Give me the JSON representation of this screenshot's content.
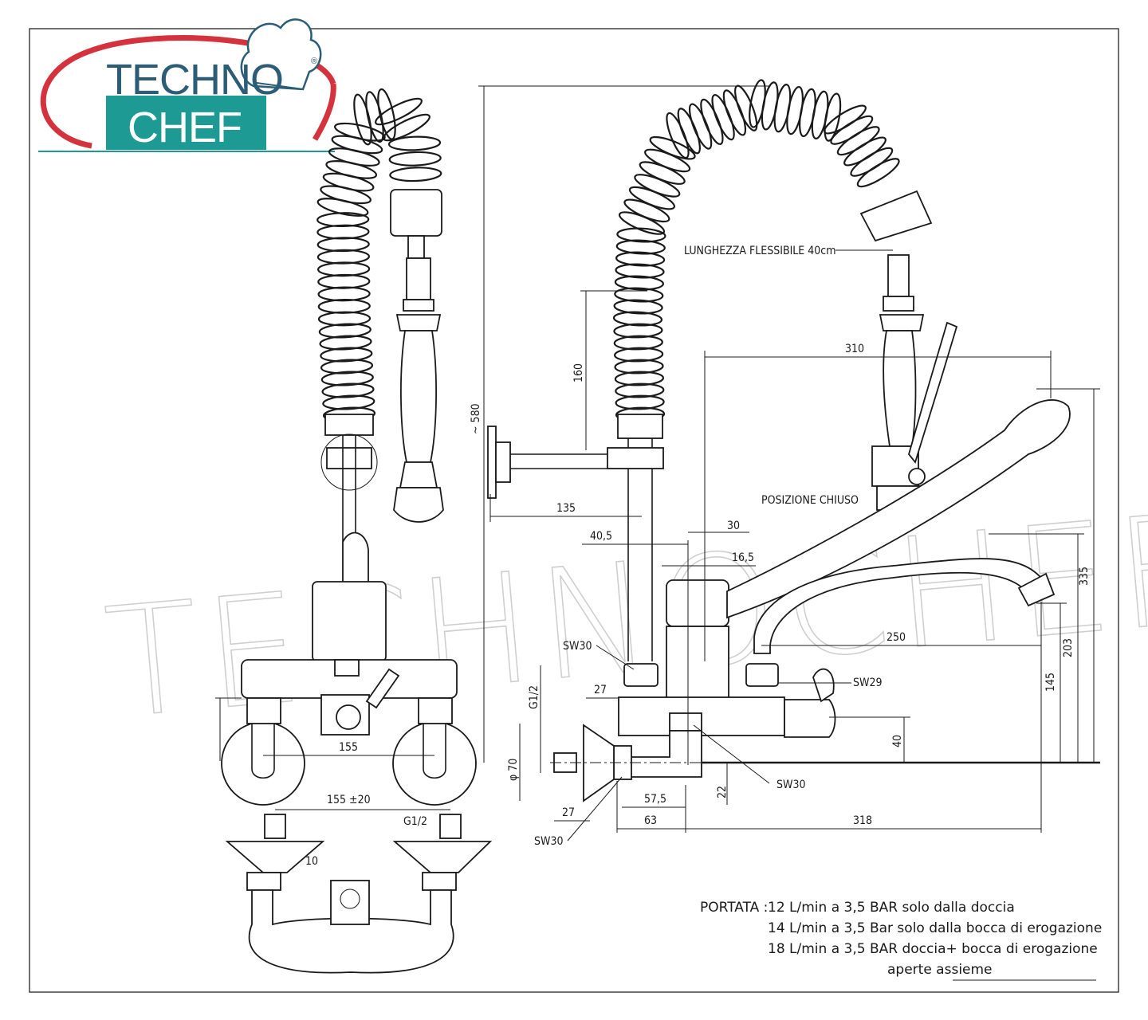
{
  "logo": {
    "line1": "TECHNO",
    "line2": "CHEF",
    "registered": "®",
    "colors": {
      "teal": "#1d9a94",
      "red": "#d4323c",
      "text_dark": "#2b5d76"
    }
  },
  "watermark": "TECHNOCHEF.IT",
  "labels": {
    "hose_length": "LUNGHEZZA FLESSIBILE 40cm",
    "closed_position": "POSIZIONE CHIUSO",
    "sw30_top": "SW30",
    "sw29": "SW29",
    "sw30_mid": "SW30",
    "sw30_bottom": "SW30",
    "g1_2_vertical": "G1/2",
    "g1_2_bottom": "G1/2",
    "phi_70": "φ 70"
  },
  "dimensions": {
    "d580": "~ 580",
    "d160": "160",
    "d310": "310",
    "d135": "135",
    "d40_5": "40,5",
    "d30": "30",
    "d16_5": "16,5",
    "d335": "335",
    "d203": "203",
    "d250": "250",
    "d145": "145",
    "d40": "40",
    "d27_top": "27",
    "d27_bottom": "27",
    "d22": "22",
    "d57_5": "57,5",
    "d63": "63",
    "d318": "318",
    "d155": "155",
    "d155_20": "155 ±20",
    "d10": "10"
  },
  "flow": {
    "label": "PORTATA :",
    "lines": [
      "12 L/min a 3,5 BAR solo dalla doccia",
      "14 L/min a 3,5 Bar solo dalla bocca di erogazione",
      "18 L/min a 3,5 BAR doccia+ bocca di erogazione",
      "aperte assieme"
    ]
  }
}
